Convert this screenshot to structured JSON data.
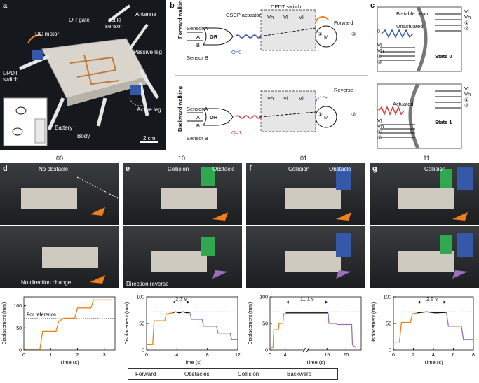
{
  "panels": {
    "a": {
      "letter": "a",
      "labels": {
        "antenna": "Antenna",
        "or_gate": "OR gate",
        "tactile_sensor": "Tactile sensor",
        "dc_motor": "DC motor",
        "passive_leg": "Passive leg",
        "dpdt_switch": "DPDT switch",
        "active_leg": "Active leg",
        "battery": "Battery",
        "body": "Body",
        "scale_bar": "2 cm"
      }
    },
    "b": {
      "letter": "b",
      "forward_title": "Forward walking",
      "backward_title": "Backward walking",
      "cscp_actuator": "CSCP actuator",
      "dpdt_switch": "DPDT switch",
      "forward": "Forward",
      "reverse": "Reverse",
      "sensor_a": "Sensor A",
      "sensor_b": "Sensor B",
      "input_a": "A",
      "input_b": "B",
      "or_label": "OR",
      "q0": "Q=0",
      "q1": "Q=1",
      "vh": "Vh",
      "vl": "Vl",
      "motor": "M",
      "terminal_1": "①",
      "terminal_2": "②"
    },
    "c": {
      "letter": "c",
      "bistable_beam": "Bistable beam",
      "unactuated": "Unactuated",
      "actuated": "Actuated",
      "state0": "State 0",
      "state1": "State 1",
      "input0": "0",
      "input1": "1",
      "vl": "Vl",
      "vh": "Vh",
      "terminal_1": "①",
      "terminal_2": "②"
    },
    "d": {
      "letter": "d",
      "code": "00",
      "top_label": "No obstacle",
      "bottom_label": "No direction change"
    },
    "e": {
      "letter": "e",
      "code": "10",
      "collision": "Collision",
      "obstacle": "Obstacle",
      "bottom_label": "Direction reverse"
    },
    "f": {
      "letter": "f",
      "code": "01",
      "collision": "Collision",
      "obstacle": "Obstacle"
    },
    "g": {
      "letter": "g",
      "code": "11",
      "collision": "Collision"
    }
  },
  "chart_data": [
    {
      "type": "line",
      "panel": "d",
      "xlabel": "Time (s)",
      "ylabel": "Displacement (mm)",
      "xlim": [
        0,
        3.4
      ],
      "ylim": [
        0,
        120
      ],
      "xticks": [
        0,
        1,
        2,
        3
      ],
      "yticks": [
        0,
        50,
        100
      ],
      "reference_label": "For reference",
      "reference_y": 72,
      "series": [
        {
          "name": "Forward",
          "color": "#f07f1a",
          "points": [
            [
              0,
              2
            ],
            [
              0.6,
              2
            ],
            [
              0.7,
              42
            ],
            [
              1.2,
              42
            ],
            [
              1.3,
              65
            ],
            [
              1.5,
              72
            ],
            [
              1.9,
              72
            ],
            [
              2.0,
              95
            ],
            [
              2.5,
              95
            ],
            [
              2.6,
              113
            ],
            [
              3.3,
              113
            ]
          ]
        }
      ]
    },
    {
      "type": "line",
      "panel": "e",
      "xlabel": "Time (s)",
      "ylabel": "Displacement (mm)",
      "xlim": [
        0,
        12
      ],
      "ylim": [
        0,
        100
      ],
      "xticks": [
        0,
        4,
        8,
        12
      ],
      "yticks": [
        0,
        50,
        100
      ],
      "reference_y": 72,
      "annotation": "2.3 s",
      "series": [
        {
          "name": "Forward",
          "color": "#f07f1a",
          "points": [
            [
              0,
              10
            ],
            [
              0.8,
              10
            ],
            [
              1.0,
              55
            ],
            [
              2.4,
              55
            ],
            [
              2.6,
              68
            ],
            [
              3.4,
              70
            ]
          ]
        },
        {
          "name": "Collision",
          "color": "#111111",
          "points": [
            [
              3.4,
              70
            ],
            [
              3.8,
              72
            ],
            [
              4.3,
              70
            ],
            [
              4.8,
              72
            ],
            [
              5.3,
              70
            ],
            [
              5.7,
              71
            ]
          ]
        },
        {
          "name": "Backward",
          "color": "#9b6fc0",
          "points": [
            [
              5.7,
              71
            ],
            [
              5.9,
              58
            ],
            [
              7.3,
              58
            ],
            [
              7.5,
              45
            ],
            [
              9.2,
              45
            ],
            [
              9.4,
              32
            ],
            [
              11.0,
              32
            ],
            [
              11.2,
              20
            ],
            [
              12,
              20
            ]
          ]
        }
      ]
    },
    {
      "type": "line",
      "panel": "f",
      "xlabel": "Time (s)",
      "ylabel": "Displacement (mm)",
      "xlim": [
        0,
        24
      ],
      "ylim": [
        0,
        100
      ],
      "xticks": [
        0,
        4,
        15,
        20
      ],
      "yticks": [
        0,
        50,
        100
      ],
      "reference_y": 72,
      "annotation": "11.1 s",
      "axis_break": [
        5,
        14
      ],
      "series": [
        {
          "name": "Forward",
          "color": "#f07f1a",
          "points": [
            [
              0,
              5
            ],
            [
              0.8,
              5
            ],
            [
              1.0,
              38
            ],
            [
              2.2,
              38
            ],
            [
              2.4,
              50
            ],
            [
              3.4,
              50
            ],
            [
              3.6,
              68
            ],
            [
              4.2,
              70
            ]
          ]
        },
        {
          "name": "Collision",
          "color": "#111111",
          "points": [
            [
              4.2,
              70
            ],
            [
              15.3,
              70
            ]
          ]
        },
        {
          "name": "Backward",
          "color": "#9b6fc0",
          "points": [
            [
              15.3,
              70
            ],
            [
              15.5,
              50
            ],
            [
              17.5,
              50
            ],
            [
              17.7,
              48
            ],
            [
              21.5,
              48
            ],
            [
              21.7,
              10
            ],
            [
              22.5,
              5
            ]
          ]
        }
      ]
    },
    {
      "type": "line",
      "panel": "g",
      "xlabel": "Time (s)",
      "ylabel": "Displacement (mm)",
      "xlim": [
        0,
        8
      ],
      "ylim": [
        0,
        100
      ],
      "xticks": [
        0,
        2,
        4,
        6,
        8
      ],
      "yticks": [
        0,
        50,
        100
      ],
      "reference_y": 72,
      "annotation": "2.9 s",
      "series": [
        {
          "name": "Forward",
          "color": "#f07f1a",
          "points": [
            [
              0,
              15
            ],
            [
              0.6,
              15
            ],
            [
              0.8,
              52
            ],
            [
              1.7,
              52
            ],
            [
              1.9,
              68
            ],
            [
              2.4,
              70
            ]
          ]
        },
        {
          "name": "Collision",
          "color": "#111111",
          "points": [
            [
              2.4,
              70
            ],
            [
              3.3,
              72
            ],
            [
              4.2,
              70
            ],
            [
              5.3,
              71
            ]
          ]
        },
        {
          "name": "Backward",
          "color": "#9b6fc0",
          "points": [
            [
              5.3,
              71
            ],
            [
              5.5,
              45
            ],
            [
              6.8,
              45
            ],
            [
              7.0,
              20
            ],
            [
              8,
              20
            ]
          ]
        }
      ]
    }
  ],
  "legend": {
    "forward": "Forward",
    "obstacles": "Obstacles",
    "collision": "Collision",
    "backward": "Backward",
    "forward_color": "#f07f1a",
    "collision_color": "#111111",
    "backward_color": "#9b6fc0"
  }
}
